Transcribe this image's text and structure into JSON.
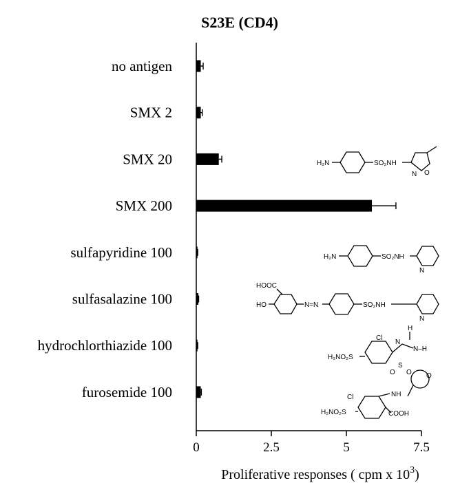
{
  "chart_data": {
    "type": "bar",
    "orientation": "horizontal",
    "title": "S23E (CD4)",
    "xlabel": "Proliferative responses ( cpm x 10",
    "xlabel_sup": "3",
    "xlabel_close": ")",
    "ylabel": "",
    "xlim": [
      0,
      7.5
    ],
    "xticks": [
      0,
      2.5,
      5,
      7.5
    ],
    "xtick_labels": [
      "0",
      "2.5",
      "5",
      "7.5"
    ],
    "categories": [
      "no antigen",
      "SMX 2",
      "SMX 20",
      "SMX 200",
      "sulfapyridine 100",
      "sulfasalazine 100",
      "hydrochlorthiazide 100",
      "furosemide 100"
    ],
    "values": [
      0.15,
      0.15,
      0.75,
      5.85,
      0.04,
      0.07,
      0.04,
      0.15
    ],
    "errors": [
      0.08,
      0.05,
      0.1,
      0.8,
      0.01,
      0.01,
      0.01,
      0.02
    ],
    "bar_color": "#000000",
    "grid": false,
    "legend": "none"
  },
  "structures": {
    "smx": {
      "left": "H₂N",
      "mid": "SO₂NH",
      "n": "N",
      "o": "O"
    },
    "sulfapyridine": {
      "left": "H₂N",
      "mid": "SO₂NH",
      "n": "N"
    },
    "sulfasalazine": {
      "cooh": "HOOC",
      "oh": "HO",
      "azo": "N=N",
      "mid": "SO₂NH",
      "n": "N"
    },
    "hct": {
      "cl": "Cl",
      "h": "H",
      "n1": "N",
      "nh": "N–H",
      "so2": "S",
      "o1": "O",
      "o2": "O",
      "nh2": "H₂NO₂S"
    },
    "furosemide": {
      "cl": "Cl",
      "nh": "NH",
      "o": "O",
      "nh2": "H₂NO₂S",
      "cooh": "COOH"
    }
  }
}
